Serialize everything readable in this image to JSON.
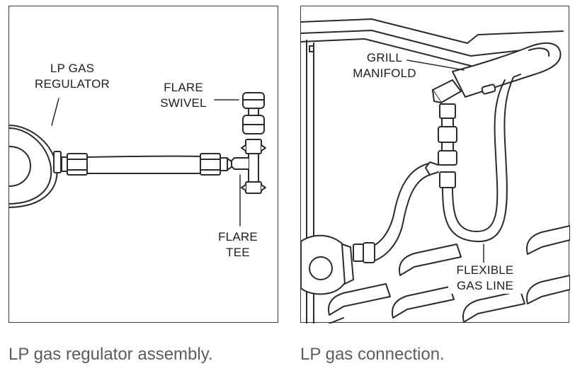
{
  "left_panel": {
    "labels": {
      "regulator": [
        "LP GAS",
        "REGULATOR"
      ],
      "flare_swivel": [
        "FLARE",
        "SWIVEL"
      ],
      "flare_tee": [
        "FLARE",
        "TEE"
      ]
    },
    "caption": "LP gas regulator assembly."
  },
  "right_panel": {
    "labels": {
      "grill_manifold": [
        "GRILL",
        "MANIFOLD"
      ],
      "flexible_gas_line": [
        "FLEXIBLE",
        "GAS LINE"
      ]
    },
    "caption": "LP gas connection."
  },
  "colors": {
    "line": "#2b2b2b",
    "frame": "#3a3a3a",
    "caption": "#5d5d5d",
    "label": "#1e1e1e"
  }
}
